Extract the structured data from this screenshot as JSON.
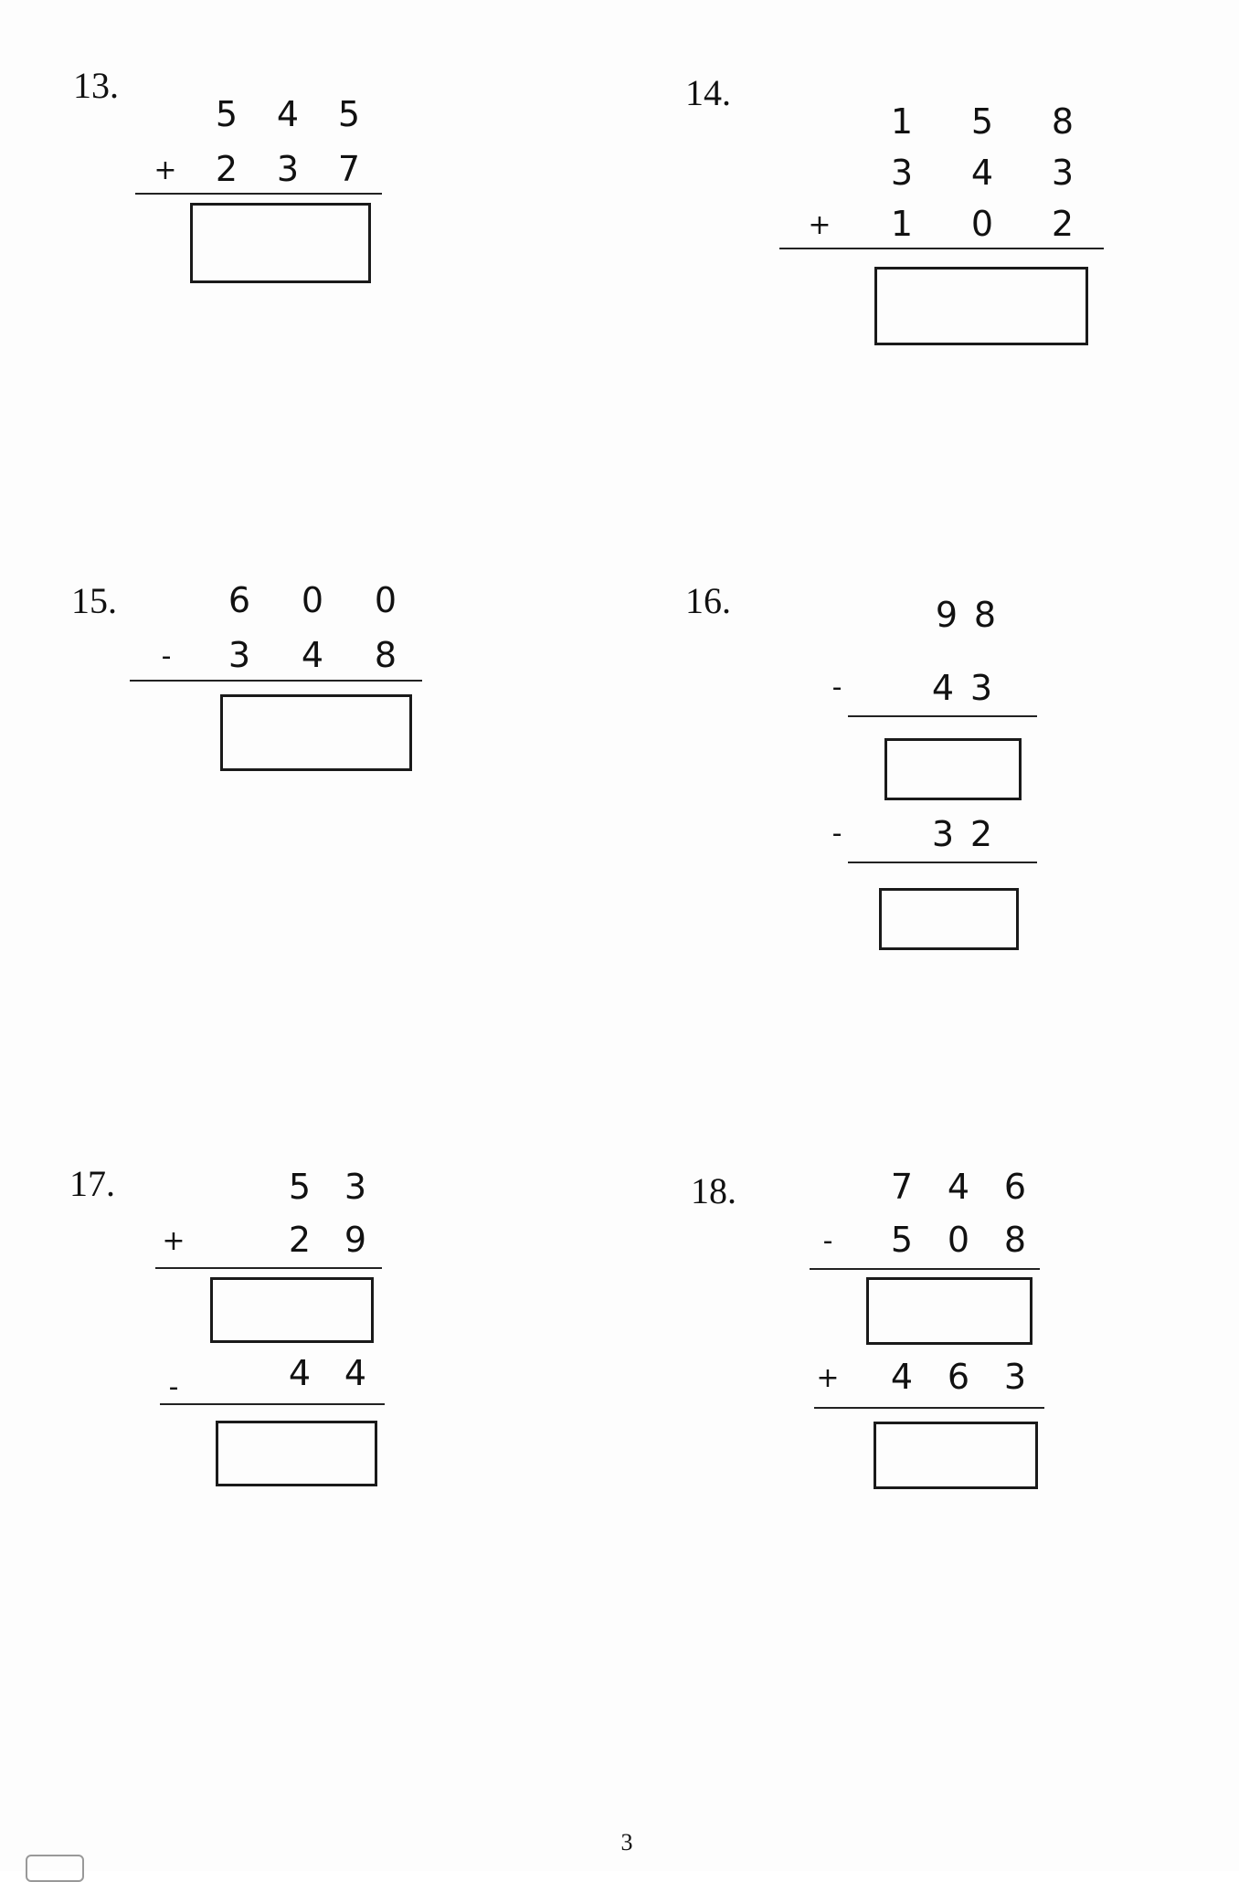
{
  "problems": [
    {
      "number": "13.",
      "rows": [
        {
          "op": "",
          "digits": [
            "5",
            "4",
            "5"
          ]
        },
        {
          "op": "+",
          "digits": [
            "2",
            "3",
            "7"
          ]
        }
      ]
    },
    {
      "number": "14.",
      "rows": [
        {
          "op": "",
          "digits": [
            "1",
            "5",
            "8"
          ]
        },
        {
          "op": "",
          "digits": [
            "3",
            "4",
            "3"
          ]
        },
        {
          "op": "+",
          "digits": [
            "1",
            "0",
            "2"
          ]
        }
      ]
    },
    {
      "number": "15.",
      "rows": [
        {
          "op": "",
          "digits": [
            "6",
            "0",
            "0"
          ]
        },
        {
          "op": "-",
          "digits": [
            "3",
            "4",
            "8"
          ]
        }
      ]
    },
    {
      "number": "16.",
      "rows": [
        {
          "op": "",
          "digits": [
            "9",
            "8"
          ]
        },
        {
          "op": "-",
          "digits": [
            "4",
            "3"
          ]
        },
        {
          "op": "-",
          "digits": [
            "3",
            "2"
          ]
        }
      ]
    },
    {
      "number": "17.",
      "rows": [
        {
          "op": "",
          "digits": [
            "5",
            "3"
          ]
        },
        {
          "op": "+",
          "digits": [
            "2",
            "9"
          ]
        },
        {
          "op": "-",
          "digits": [
            "4",
            "4"
          ]
        }
      ]
    },
    {
      "number": "18.",
      "rows": [
        {
          "op": "",
          "digits": [
            "7",
            "4",
            "6"
          ]
        },
        {
          "op": "-",
          "digits": [
            "5",
            "0",
            "8"
          ]
        },
        {
          "op": "+",
          "digits": [
            "4",
            "6",
            "3"
          ]
        }
      ]
    }
  ],
  "page_number": "3"
}
